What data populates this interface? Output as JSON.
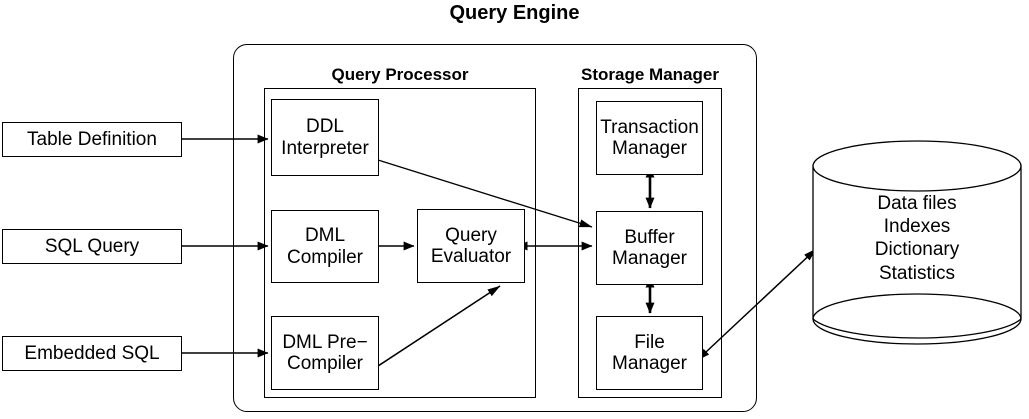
{
  "diagram": {
    "title": "Query Engine",
    "type": "architecture-block-diagram",
    "groups": {
      "query_processor": {
        "label": "Query Processor",
        "components": [
          "DDL Interpreter",
          "DML Compiler",
          "Query Evaluator",
          "DML Pre−Compiler"
        ]
      },
      "storage_manager": {
        "label": "Storage Manager",
        "components": [
          "Transaction Manager",
          "Buffer Manager",
          "File Manager"
        ]
      }
    }
  },
  "inputs": [
    {
      "id": "table-definition",
      "label": "Table Definition"
    },
    {
      "id": "sql-query",
      "label": "SQL Query"
    },
    {
      "id": "embedded-sql",
      "label": "Embedded SQL"
    }
  ],
  "processor_nodes": [
    {
      "id": "ddl-interpreter",
      "line1": "DDL",
      "line2": "Interpreter"
    },
    {
      "id": "dml-compiler",
      "line1": "DML",
      "line2": "Compiler"
    },
    {
      "id": "query-evaluator",
      "line1": "Query",
      "line2": "Evaluator"
    },
    {
      "id": "dml-pre-compiler",
      "line1": "DML Pre−",
      "line2": "Compiler"
    }
  ],
  "storage_nodes": [
    {
      "id": "transaction-manager",
      "line1": "Transaction",
      "line2": "Manager"
    },
    {
      "id": "buffer-manager",
      "line1": "Buffer",
      "line2": "Manager"
    },
    {
      "id": "file-manager",
      "line1": "File",
      "line2": "Manager"
    }
  ],
  "database": {
    "id": "database-cylinder",
    "lines": [
      "Data files",
      "Indexes",
      "Dictionary",
      "Statistics"
    ]
  },
  "colors": {
    "stroke": "#000000",
    "fill": "#ffffff",
    "background": "#ffffff"
  }
}
